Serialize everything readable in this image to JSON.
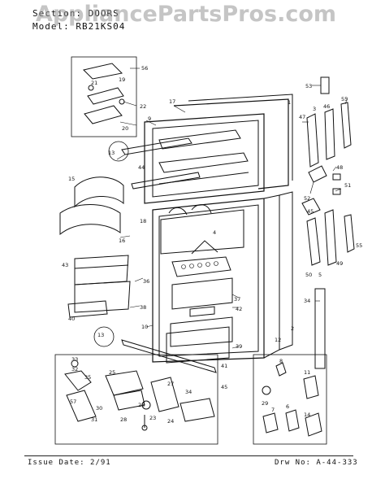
{
  "header": {
    "section_label": "Section:",
    "section_value": "DOORS",
    "model_label": "Model:",
    "model_value": "RB21KS04"
  },
  "watermark": "AppliancePartsPros.com",
  "footer": {
    "issue_date": "Issue Date: 2/91",
    "drawing_number": "Drw No: A-44-333"
  },
  "parts": [
    {
      "id": "p56",
      "label": "56"
    },
    {
      "id": "p21",
      "label": "21"
    },
    {
      "id": "p19",
      "label": "19"
    },
    {
      "id": "p22",
      "label": "22"
    },
    {
      "id": "p20",
      "label": "20"
    },
    {
      "id": "p17",
      "label": "17"
    },
    {
      "id": "p1",
      "label": "1"
    },
    {
      "id": "p9",
      "label": "9"
    },
    {
      "id": "p53",
      "label": "53"
    },
    {
      "id": "p3",
      "label": "3"
    },
    {
      "id": "p46",
      "label": "46"
    },
    {
      "id": "p55a",
      "label": "55"
    },
    {
      "id": "p47",
      "label": "47"
    },
    {
      "id": "p13a",
      "label": "13"
    },
    {
      "id": "p44",
      "label": "44"
    },
    {
      "id": "p48",
      "label": "48"
    },
    {
      "id": "p51",
      "label": "51"
    },
    {
      "id": "p15",
      "label": "15"
    },
    {
      "id": "p52",
      "label": "52"
    },
    {
      "id": "p45a",
      "label": "45"
    },
    {
      "id": "p18",
      "label": "18"
    },
    {
      "id": "p4",
      "label": "4"
    },
    {
      "id": "p16",
      "label": "16"
    },
    {
      "id": "p55b",
      "label": "55"
    },
    {
      "id": "p43",
      "label": "43"
    },
    {
      "id": "p49",
      "label": "49"
    },
    {
      "id": "p50",
      "label": "50"
    },
    {
      "id": "p5",
      "label": "5"
    },
    {
      "id": "p36",
      "label": "36"
    },
    {
      "id": "p38",
      "label": "38"
    },
    {
      "id": "p37",
      "label": "37"
    },
    {
      "id": "p40",
      "label": "40"
    },
    {
      "id": "p42",
      "label": "42"
    },
    {
      "id": "p34",
      "label": "34"
    },
    {
      "id": "p10",
      "label": "10"
    },
    {
      "id": "p2",
      "label": "2"
    },
    {
      "id": "p12",
      "label": "12"
    },
    {
      "id": "p13b",
      "label": "13"
    },
    {
      "id": "p39",
      "label": "39"
    },
    {
      "id": "p41",
      "label": "41"
    },
    {
      "id": "p33",
      "label": "33"
    },
    {
      "id": "p32",
      "label": "32"
    },
    {
      "id": "p35",
      "label": "35"
    },
    {
      "id": "p45b",
      "label": "45"
    },
    {
      "id": "p25",
      "label": "25"
    },
    {
      "id": "p27",
      "label": "27"
    },
    {
      "id": "p57",
      "label": "57"
    },
    {
      "id": "p30",
      "label": "30"
    },
    {
      "id": "p34b",
      "label": "34"
    },
    {
      "id": "p26",
      "label": "26"
    },
    {
      "id": "p28",
      "label": "28"
    },
    {
      "id": "p23",
      "label": "23"
    },
    {
      "id": "p24",
      "label": "24"
    },
    {
      "id": "p31",
      "label": "31"
    },
    {
      "id": "p8",
      "label": "8"
    },
    {
      "id": "p29",
      "label": "29"
    },
    {
      "id": "p11",
      "label": "11"
    },
    {
      "id": "p7",
      "label": "7"
    },
    {
      "id": "p6",
      "label": "6"
    },
    {
      "id": "p14",
      "label": "14"
    }
  ]
}
